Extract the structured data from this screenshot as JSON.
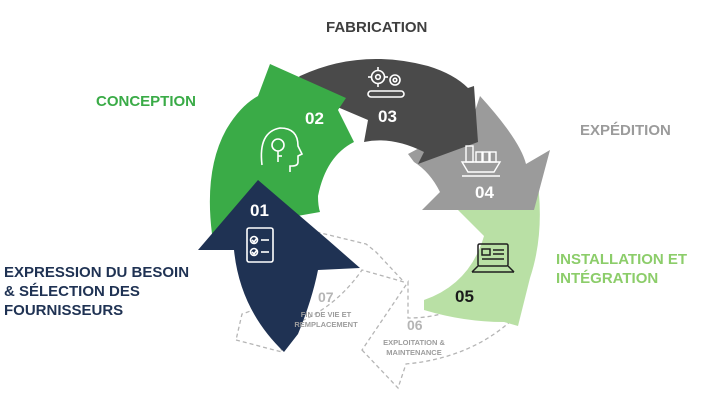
{
  "colors": {
    "expression": "#1f3253",
    "conception": "#3aab47",
    "fabrication": "#4a4a4a",
    "expedition": "#9b9b9b",
    "installation": "#b9e0a5",
    "installation_text": "#8ccd6a",
    "dashed": "#b5b5b5"
  },
  "labels": {
    "fabrication": "FABRICATION",
    "conception": "CONCEPTION",
    "expedition": "EXPÉDITION",
    "installation": [
      "INSTALLATION ET",
      "INTÉGRATION"
    ],
    "expression": [
      "EXPRESSION DU BESOIN",
      "& SÉLECTION DES",
      "FOURNISSEURS"
    ]
  },
  "steps": [
    {
      "num": "01",
      "icon": "checklist-document-icon"
    },
    {
      "num": "02",
      "icon": "head-idea-icon"
    },
    {
      "num": "03",
      "icon": "gears-conveyor-icon"
    },
    {
      "num": "04",
      "icon": "cargo-ship-icon"
    },
    {
      "num": "05",
      "icon": "laptop-icon"
    },
    {
      "num": "06",
      "text": [
        "EXPLOITATION &",
        "MAINTENANCE"
      ]
    },
    {
      "num": "07",
      "text": [
        "FIN DE VIE ET",
        "REMPLACEMENT"
      ]
    }
  ]
}
